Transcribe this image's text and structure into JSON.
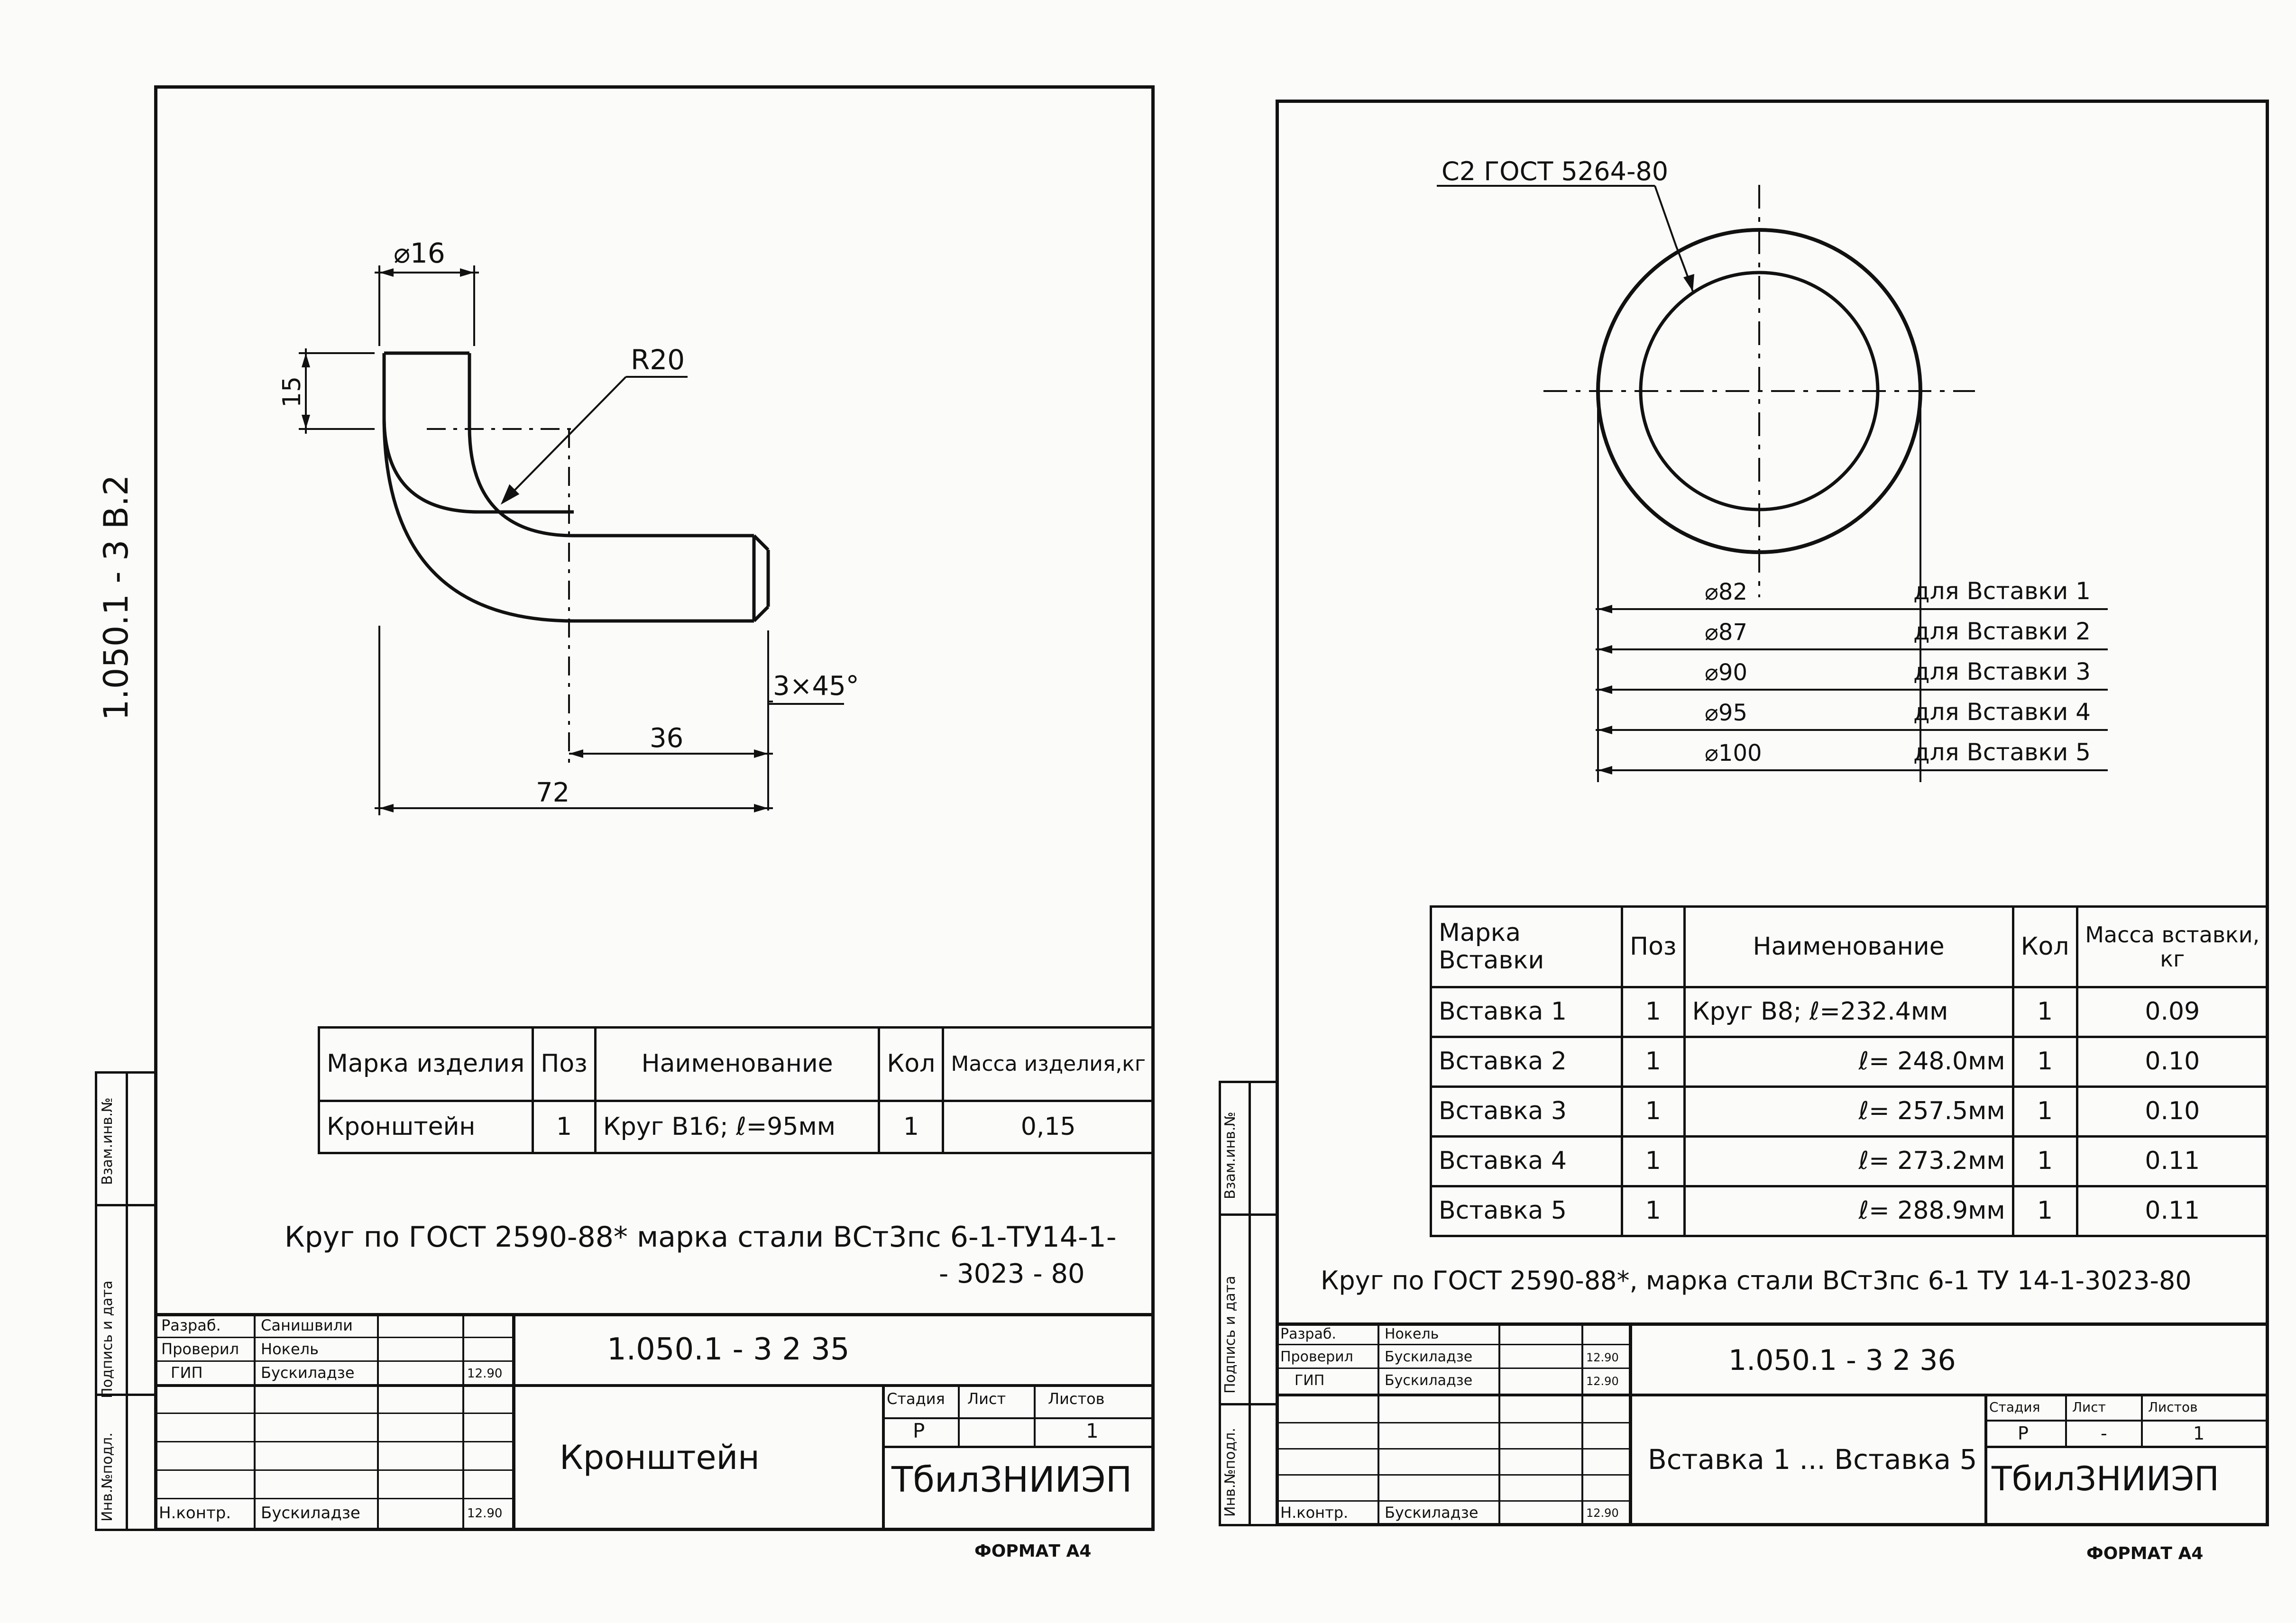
{
  "left_sheet": {
    "side_code": "1.050.1 - 3   В.2",
    "dims": {
      "diam16": "⌀16",
      "radius": "R20",
      "d15": "15",
      "chamfer": "3×45°",
      "d36": "36",
      "d72": "72"
    },
    "table": {
      "headers": [
        "Марка изделия",
        "Поз",
        "Наименование",
        "Кол",
        "Масса изделия,кг"
      ],
      "row": [
        "Кронштейн",
        "1",
        "Круг В16; ℓ=95мм",
        "1",
        "0,15"
      ]
    },
    "note_line1": "Круг по ГОСТ 2590-88* марка стали ВСт3пс 6-1-ТУ14-1-",
    "note_line2": "- 3023 - 80",
    "title_block": {
      "doc_code": "1.050.1 - 3   2   35",
      "title": "Кронштейн",
      "org": "ТбилЗНИИЭП",
      "stage_label": "Стадия",
      "sheet_label": "Лист",
      "sheets_label": "Листов",
      "stage": "Р",
      "sheets": "1",
      "roles": [
        "Разраб.",
        "Проверил",
        "ГИП",
        "Н.контр."
      ],
      "names": [
        "Санишвили",
        "Нокель",
        "Бускиладзе",
        "Бускиладзе"
      ],
      "dates": [
        "",
        "",
        "12.90",
        "12.90"
      ]
    },
    "side_stamp": [
      "Инв.№подл.",
      "Подпись и дата",
      "Взам.инв.№"
    ],
    "format": "ФОРМАТ А4"
  },
  "right_sheet": {
    "callout": "С2 ГОСТ 5264-80",
    "diameters": [
      {
        "d": "⌀82",
        "label": "для Вставки 1"
      },
      {
        "d": "⌀87",
        "label": "для Вставки 2"
      },
      {
        "d": "⌀90",
        "label": "для Вставки 3"
      },
      {
        "d": "⌀95",
        "label": "для Вставки 4"
      },
      {
        "d": "⌀100",
        "label": "для Вставки 5"
      }
    ],
    "table": {
      "headers": [
        "Марка Вставки",
        "Поз",
        "Наименование",
        "Кол",
        "Масса вставки, кг"
      ],
      "rows": [
        [
          "Вставка 1",
          "1",
          "Круг В8; ℓ=232.4мм",
          "1",
          "0.09"
        ],
        [
          "Вставка 2",
          "1",
          "ℓ= 248.0мм",
          "1",
          "0.10"
        ],
        [
          "Вставка 3",
          "1",
          "ℓ= 257.5мм",
          "1",
          "0.10"
        ],
        [
          "Вставка 4",
          "1",
          "ℓ= 273.2мм",
          "1",
          "0.11"
        ],
        [
          "Вставка 5",
          "1",
          "ℓ= 288.9мм",
          "1",
          "0.11"
        ]
      ]
    },
    "note": "Круг по ГОСТ 2590-88*, марка стали ВСт3пс 6-1 ТУ 14-1-3023-80",
    "title_block": {
      "doc_code": "1.050.1 - 3   2   36",
      "title": "Вставка 1 ... Вставка 5",
      "org": "ТбилЗНИИЭП",
      "stage_label": "Стадия",
      "sheet_label": "Лист",
      "sheets_label": "Листов",
      "stage": "Р",
      "sheet": "-",
      "sheets": "1",
      "roles": [
        "Разраб.",
        "Проверил",
        "ГИП",
        "Н.контр."
      ],
      "names": [
        "Нокель",
        "Бускиладзе",
        "Бускиладзе",
        "Бускиладзе"
      ],
      "dates": [
        "",
        "12.90",
        "12.90",
        "12.90"
      ]
    },
    "side_stamp": [
      "Инв.№подл.",
      "Подпись и дата",
      "Взам.инв.№"
    ],
    "format": "ФОРМАТ А4"
  }
}
